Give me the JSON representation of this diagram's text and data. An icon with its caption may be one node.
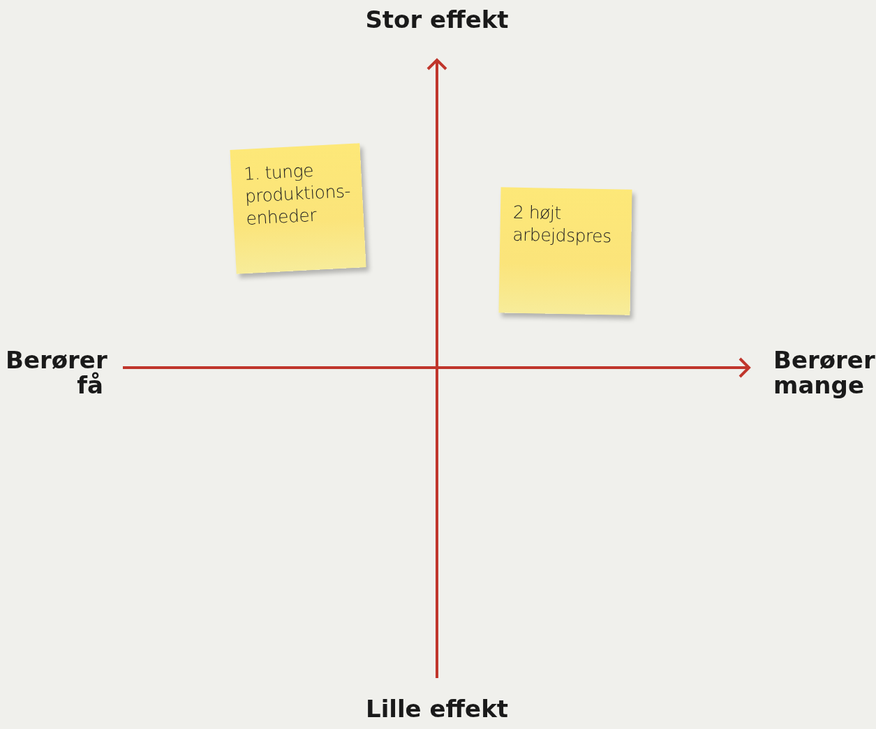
{
  "diagram": {
    "nodes": [
      {
        "text": [
          "1. tunge produktions- enheder"
        ]
      },
      {
        "text": [
          "2 højt arbejdspres"
        ]
      }
    ],
    "labels": [
      "Stor effekt",
      "Berører få",
      "Berører mange",
      "Lille effekt"
    ]
  }
}
